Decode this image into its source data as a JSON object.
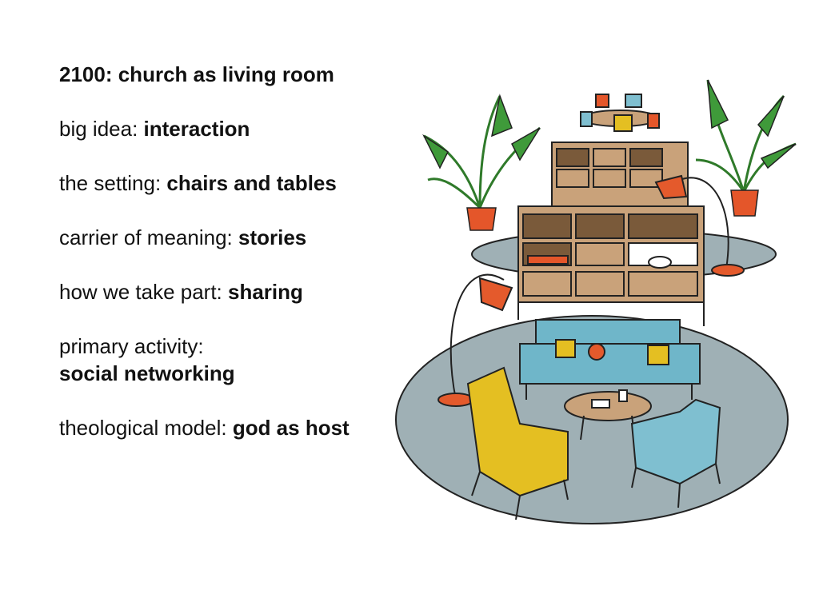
{
  "slide": {
    "title": "2100: church as living room",
    "rows": [
      {
        "label": "big idea: ",
        "value": "interaction"
      },
      {
        "label": "the setting: ",
        "value": "chairs and tables"
      },
      {
        "label": "carrier of meaning: ",
        "value": "stories"
      },
      {
        "label": "how we take part: ",
        "value": "sharing"
      },
      {
        "label": "primary activity:",
        "value": "social networking"
      },
      {
        "label": "theological model: ",
        "value": "god as host"
      }
    ]
  },
  "colors": {
    "rug": "#9fb0b5",
    "sofa": "#6fb6c9",
    "armchair_yellow": "#e4bf22",
    "armchair_blue": "#7fbfd0",
    "lamp": "#e45a2c",
    "shelf": "#c9a27a",
    "shelf_dark": "#7a5a3a",
    "plant": "#3f9a3a",
    "pot": "#e4562a"
  }
}
